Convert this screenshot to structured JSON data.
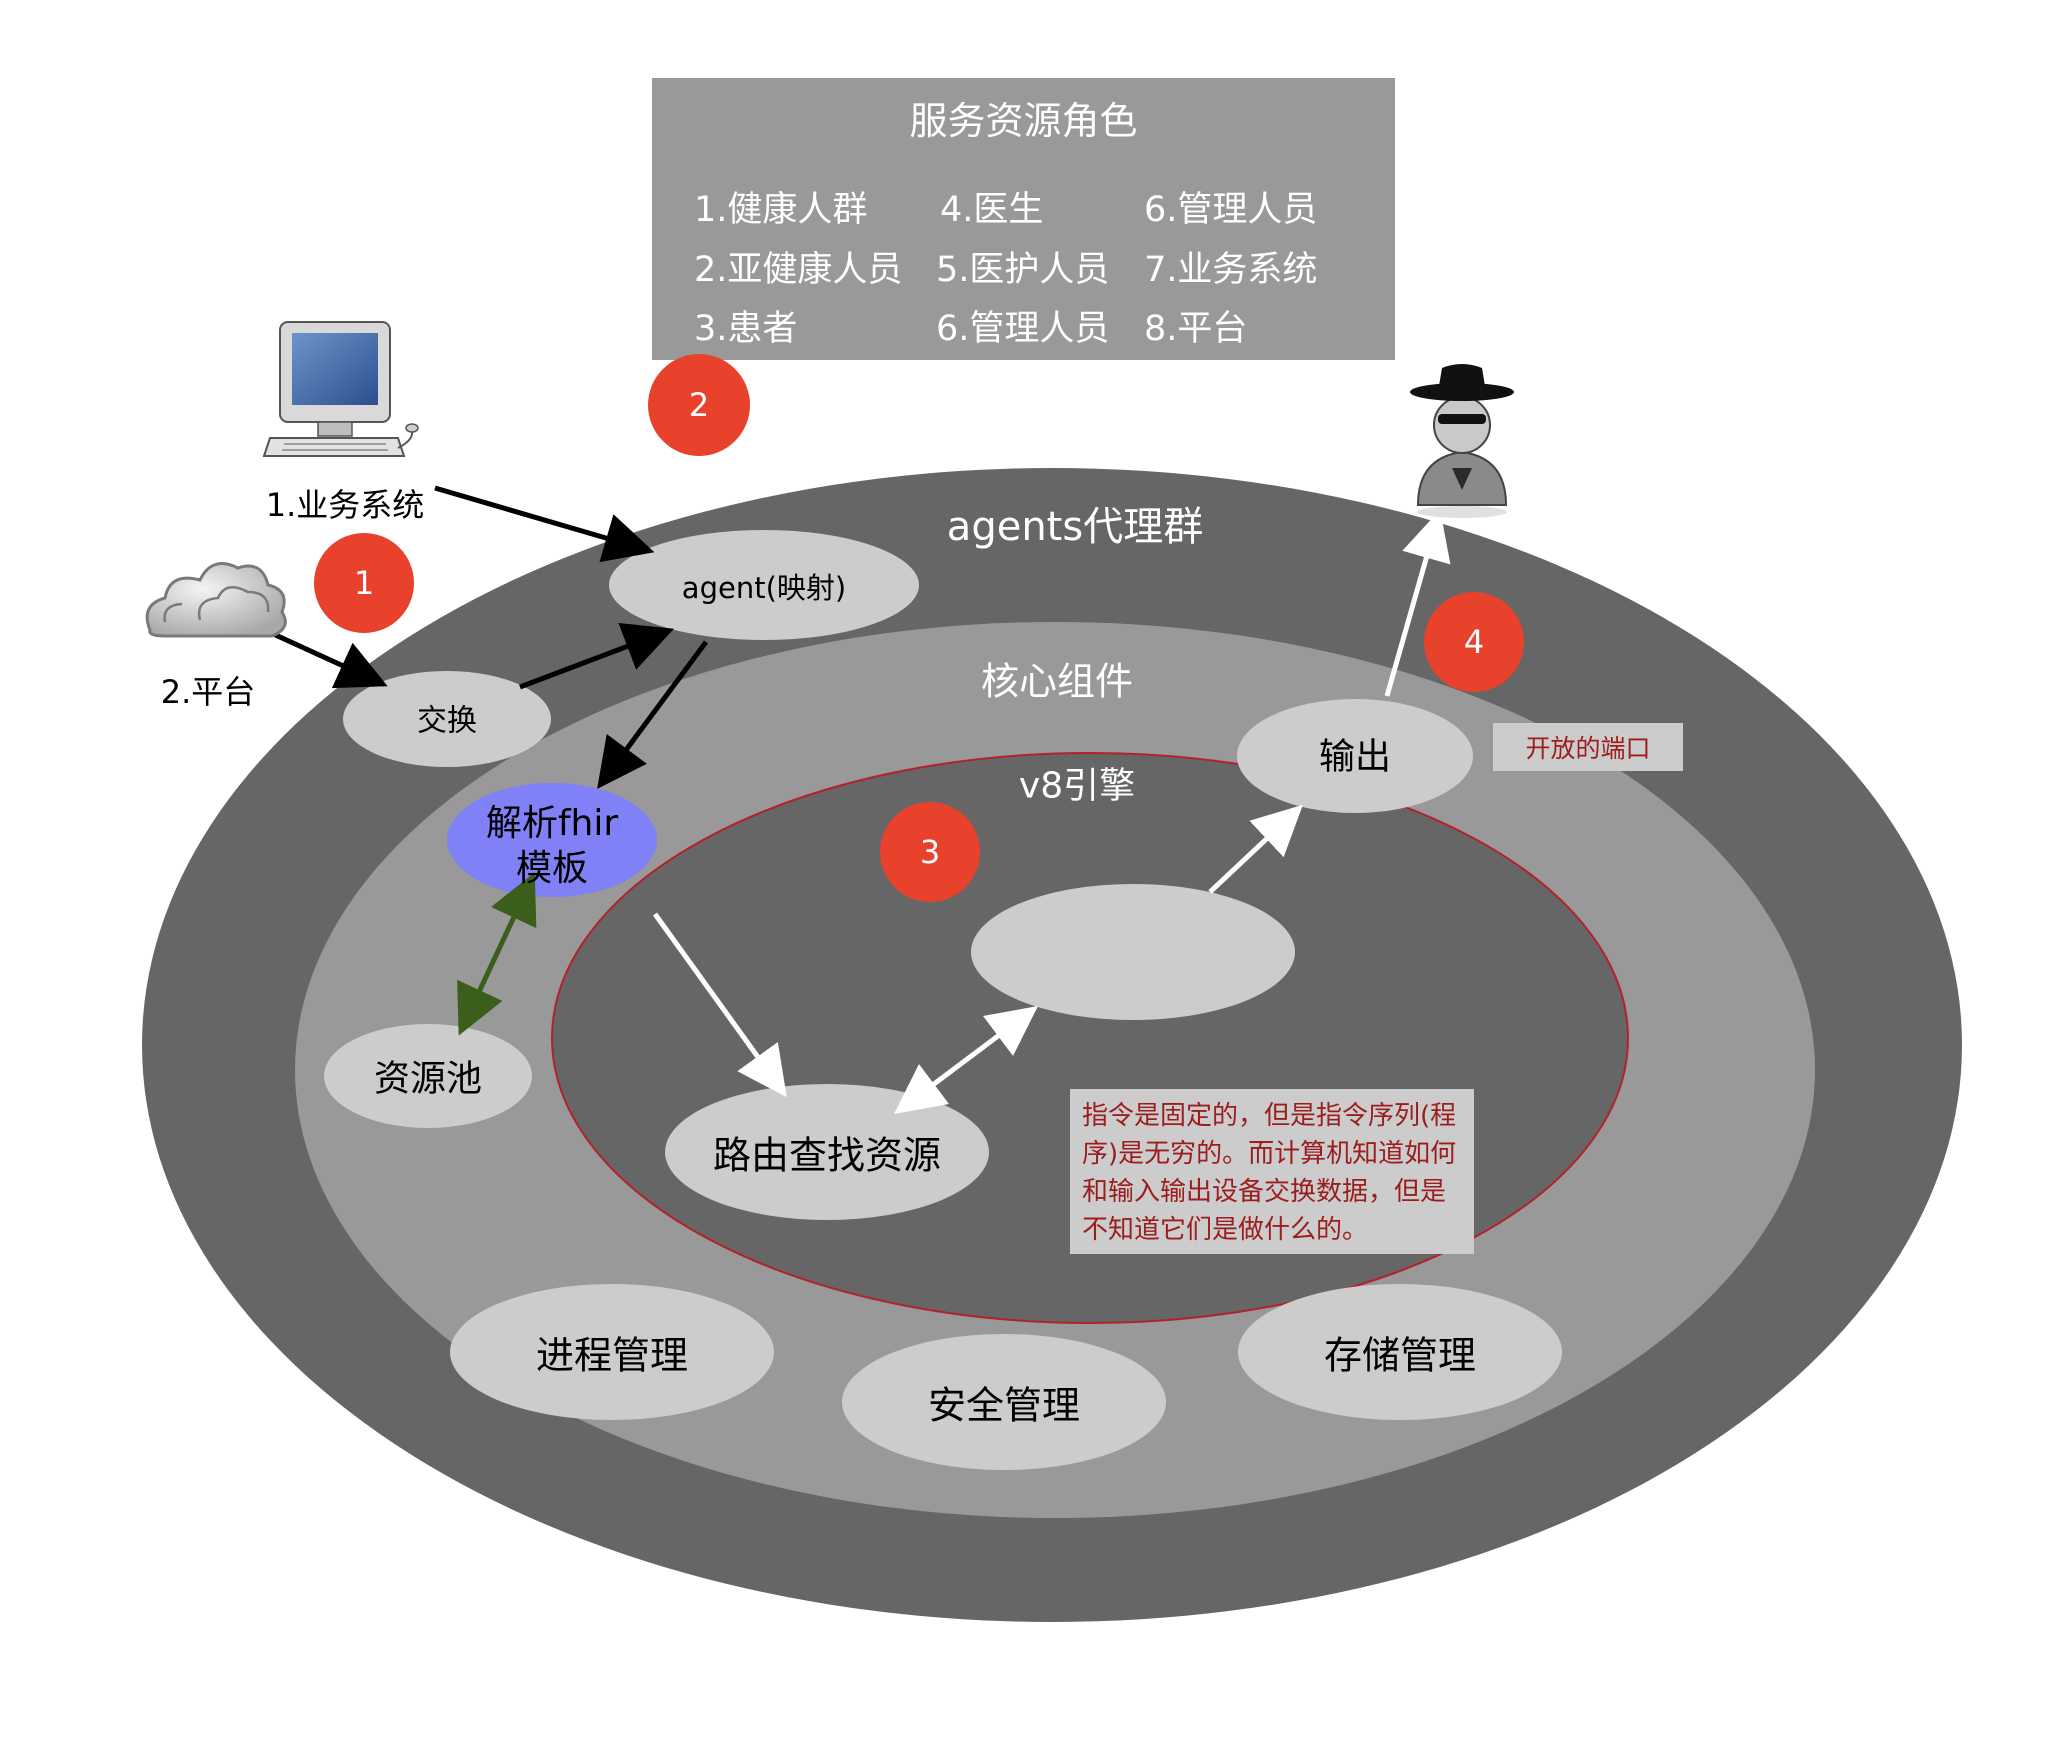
{
  "roles_panel": {
    "title": "服务资源角色",
    "roles": [
      "1.健康人群",
      "4.医生",
      "6.管理人员",
      "2.亚健康人员",
      "5.医护人员",
      "7.业务系统",
      "3.患者",
      "6.管理人员",
      "8.平台"
    ]
  },
  "external": {
    "business_system": "1.业务系统",
    "platform": "2.平台"
  },
  "rings": {
    "outer_label": "agents代理群",
    "middle_label": "核心组件",
    "inner_label": "v8引擎"
  },
  "nodes": {
    "agent": "agent(映射)",
    "exchange": "交换",
    "parse_fhir_line1": "解析fhir",
    "parse_fhir_line2": "模板",
    "resource_pool": "资源池",
    "router": "路由查找资源",
    "output": "输出",
    "process_mgmt": "进程管理",
    "security_mgmt": "安全管理",
    "storage_mgmt": "存储管理"
  },
  "badges": [
    "1",
    "2",
    "3",
    "4"
  ],
  "notes": {
    "open_port": "开放的端口",
    "instruction_note": "指令是固定的，但是指令序列(程序)是无穷的。而计算机知道如何和输入输出设备交换数据，但是不知道它们是做什么的。"
  },
  "icons": [
    "computer-icon",
    "cloud-icon",
    "spy-icon"
  ],
  "colors": {
    "outer_ring": "#666666",
    "middle_ring": "#999999",
    "node_fill": "#cccccc",
    "fhir_node": "#8080f7",
    "badge": "#e8412c",
    "note_text": "#9c1d1d",
    "inner_border": "#b3222a",
    "bidirectional_arrow": "#3b5e1c"
  }
}
